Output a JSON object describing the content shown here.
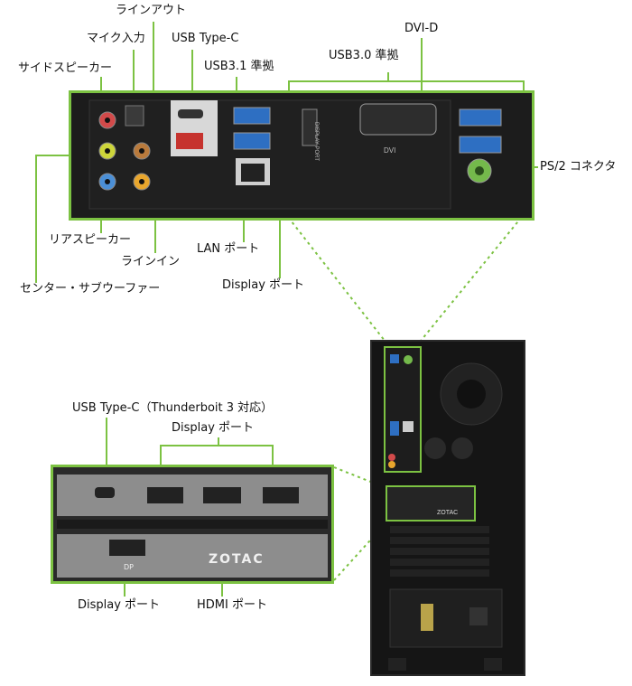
{
  "colors": {
    "accent": "#7cc242",
    "panel": "#1b1b1b",
    "case": "#151515"
  },
  "io_panel": {
    "labels": {
      "line_out": "ラインアウト",
      "mic_in": "マイク入力",
      "usb_type_c": "USB Type-C",
      "dvi_d": "DVI-D",
      "usb31": "USB3.1 準拠",
      "usb30": "USB3.0 準拠",
      "side_speaker": "サイドスピーカー",
      "ps2": "PS/2 コネクタ",
      "rear_speaker": "リアスピーカー",
      "line_in": "ラインイン",
      "lan": "LAN ポート",
      "center_sub": "センター・サブウーファー",
      "displayport": "Display ポート"
    },
    "marks": {
      "dvi": "DVI",
      "dp": "DISPLAY PORT"
    }
  },
  "gpu_panel": {
    "labels": {
      "usb_c_tb3": "USB Type-C（Thunderboit 3 対応）",
      "displayport_top": "Display ポート",
      "displayport_bottom": "Display ポート",
      "hdmi": "HDMI ポート"
    },
    "brand": "ZOTAC",
    "dp_mark": "DP"
  },
  "case": {
    "brand": "ZOTAC"
  }
}
